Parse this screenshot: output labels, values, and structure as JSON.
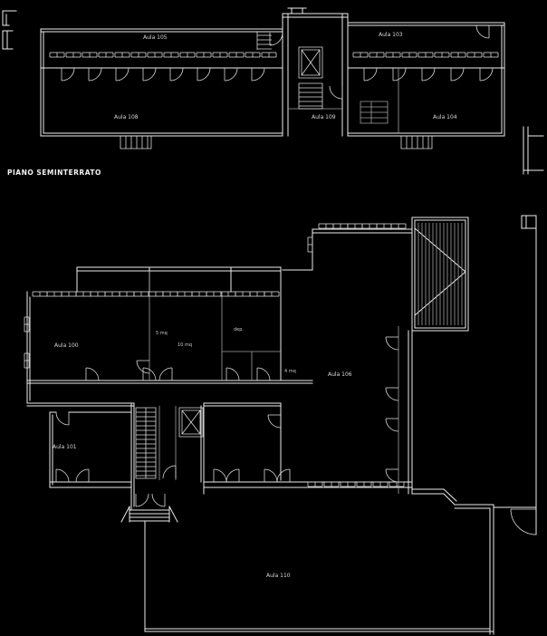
{
  "colors": {
    "background": "#000000",
    "wall_line": "#ededed",
    "detail_line": "#9f9f9f",
    "label_text": "#d9d9d9"
  },
  "plans": {
    "seminterrato": {
      "caption": "PIANO SEMINTERRATO",
      "rooms": [
        {
          "id": "aula-105",
          "label": "Aula 105"
        },
        {
          "id": "aula-103",
          "label": "Aula 103"
        },
        {
          "id": "aula-108",
          "label": "Aula 108"
        },
        {
          "id": "aula-109",
          "label": "Aula 109"
        },
        {
          "id": "aula-104",
          "label": "Aula 104"
        }
      ]
    },
    "terra": {
      "rooms": [
        {
          "id": "aula-100",
          "label": "Aula 100"
        },
        {
          "id": "mis-a",
          "label": "5 mq"
        },
        {
          "id": "mis-b",
          "label": "10 mq"
        },
        {
          "id": "deposito",
          "label": "dep."
        },
        {
          "id": "mis-c",
          "label": "4 mq"
        },
        {
          "id": "aula-106",
          "label": "Aula 106"
        },
        {
          "id": "aula-101",
          "label": "Aula 101"
        },
        {
          "id": "aula-110",
          "label": "Aula 110"
        }
      ]
    }
  }
}
